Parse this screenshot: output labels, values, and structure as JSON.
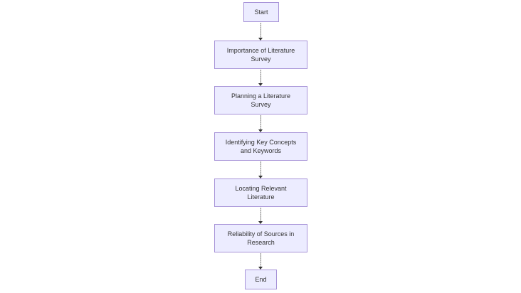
{
  "diagram": {
    "type": "flowchart",
    "direction": "top-down",
    "nodes": [
      {
        "id": "start",
        "label": "Start"
      },
      {
        "id": "importance",
        "label": "Importance of Literature\nSurvey"
      },
      {
        "id": "planning",
        "label": "Planning a Literature\nSurvey"
      },
      {
        "id": "identifying",
        "label": "Identifying Key Concepts\nand Keywords"
      },
      {
        "id": "locating",
        "label": "Locating Relevant\nLiterature"
      },
      {
        "id": "reliability",
        "label": "Reliability of Sources in\nResearch"
      },
      {
        "id": "end",
        "label": "End"
      }
    ],
    "edges": [
      {
        "from": "start",
        "to": "importance"
      },
      {
        "from": "importance",
        "to": "planning"
      },
      {
        "from": "planning",
        "to": "identifying"
      },
      {
        "from": "identifying",
        "to": "locating"
      },
      {
        "from": "locating",
        "to": "reliability"
      },
      {
        "from": "reliability",
        "to": "end"
      }
    ],
    "colors": {
      "node_fill": "#ECECFF",
      "node_border": "#A894D8",
      "text": "#333333",
      "edge_line": "#777777",
      "arrowhead": "#333333",
      "background": "#FFFFFF"
    }
  }
}
